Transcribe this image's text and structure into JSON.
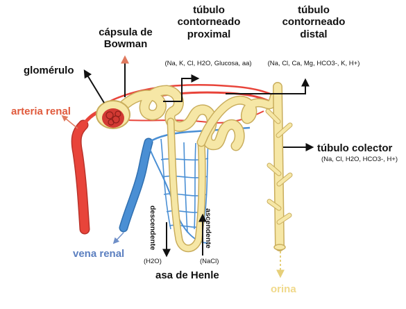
{
  "labels": {
    "glomerulo": "glomérulo",
    "capsula_line1": "cápsula de",
    "capsula_line2": "Bowman",
    "proximal_line1": "túbulo",
    "proximal_line2": "contorneado",
    "proximal_line3": "proximal",
    "proximal_ions": "(Na, K, Cl, H2O, Glucosa, aa)",
    "distal_line1": "túbulo",
    "distal_line2": "contorneado",
    "distal_line3": "distal",
    "distal_ions": "(Na, Cl, Ca, Mg, HCO3-, K, H+)",
    "arteria": "arteria renal",
    "vena": "vena renal",
    "colector": "túbulo colector",
    "colector_ions": "(Na, Cl, H2O, HCO3-, H+)",
    "descendente": "descendente",
    "ascendente": "ascendente",
    "h2o": "(H2O)",
    "nacl": "(NaCl)",
    "henle": "asa de Henle",
    "orina": "orina"
  },
  "colors": {
    "artery": "#e8443a",
    "artery_label": "#e05a3c",
    "vein": "#4a8fd4",
    "vein_label": "#5b7fc0",
    "tubule": "#f6e7a6",
    "tubule_edge": "#d9c27a",
    "urine": "#f5e7a2",
    "arrow": "#111111"
  }
}
